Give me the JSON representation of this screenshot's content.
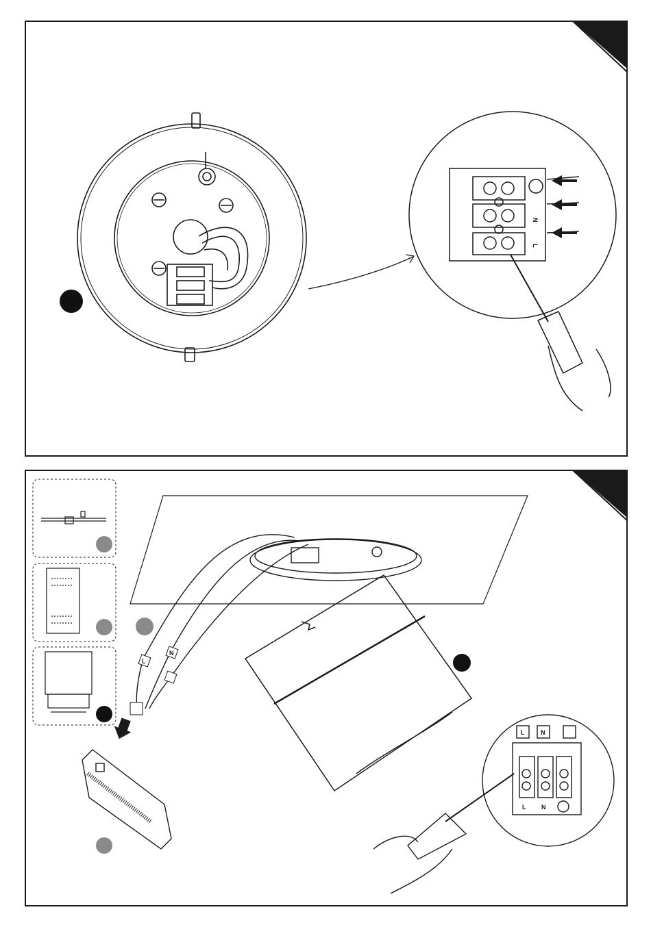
{
  "panels": [
    {
      "id": "panel-1",
      "terminal_labels": [
        "N",
        "L"
      ]
    },
    {
      "id": "panel-2",
      "wire_tags": [
        "L",
        "N"
      ],
      "terminal_top_labels": [
        "L",
        "N"
      ],
      "terminal_bottom_labels": [
        "L",
        "N"
      ]
    }
  ],
  "colors": {
    "line": "#1a1a1a",
    "step_marker_dark": "#111111",
    "step_marker_grey": "#8a8a8a",
    "corner_tab": "#1a1a1a"
  }
}
